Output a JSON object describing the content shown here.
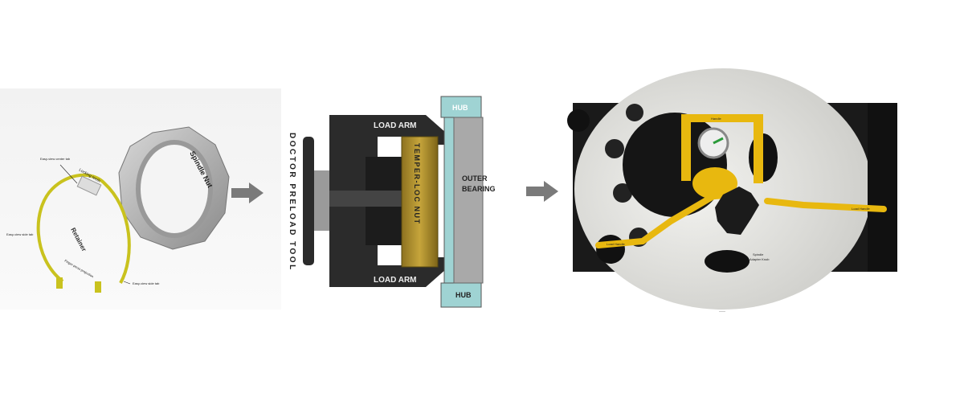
{
  "retainer_panel": {
    "spindle_nut": "Spindle Nut",
    "retainer": "Retainer",
    "locking_teeth": "Locking teeth",
    "center_tab": "Easy-view center tab",
    "side_tab_left": "Easy-view side tab",
    "side_tab_right": "Easy-view side tab",
    "finger_press": "Finger-press projection"
  },
  "tool_panel": {
    "load_arm_top": "LOAD ARM",
    "load_arm_bottom": "LOAD ARM",
    "nut": "TEMPER-LOC NUT",
    "hub_top": "HUB",
    "hub_bottom": "HUB",
    "outer_bearing_1": "OUTER",
    "outer_bearing_2": "BEARING",
    "tool_name": "DOCTOR PRELOAD TOOL"
  },
  "photo_panel": {
    "handle": "Handle",
    "load_handle_left": "Load Handle",
    "load_handle_right": "Load Handle",
    "knob_1": "Spindle",
    "knob_2": "Adapter Knob"
  },
  "colors": {
    "retainer": "#c9c21e",
    "nut": "#a88a2a",
    "hub": "#9fd3d3",
    "tool_body": "#2b2b2b",
    "handle": "#e8b80f",
    "arrow": "#7a7a7a"
  }
}
